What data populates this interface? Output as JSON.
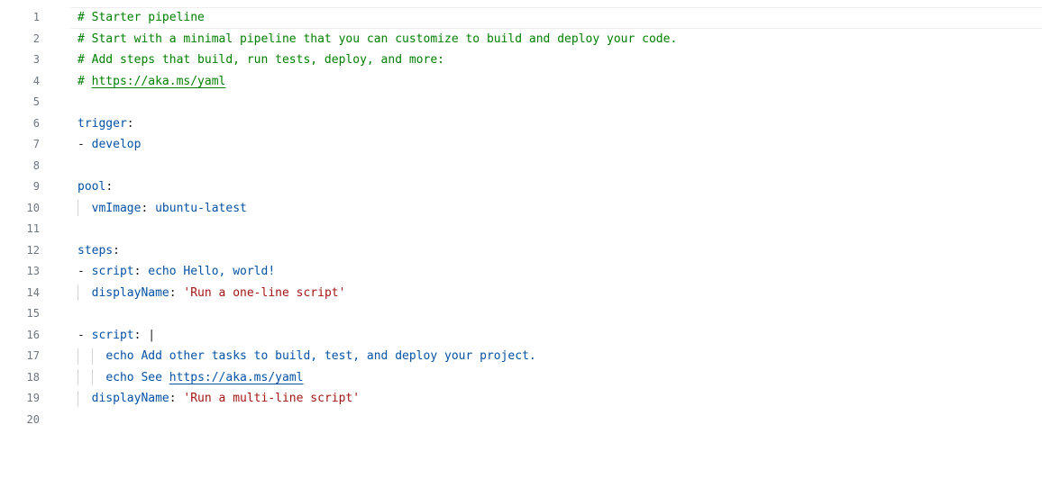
{
  "editor": {
    "lines": [
      {
        "no": "1",
        "tokens": [
          {
            "t": "comment",
            "v": "# Starter pipeline"
          }
        ]
      },
      {
        "no": "2",
        "tokens": [
          {
            "t": "comment",
            "v": "# Start with a minimal pipeline that you can customize to build and deploy your code."
          }
        ]
      },
      {
        "no": "3",
        "tokens": [
          {
            "t": "comment",
            "v": "# Add steps that build, run tests, deploy, and more:"
          }
        ]
      },
      {
        "no": "4",
        "tokens": [
          {
            "t": "comment",
            "v": "# "
          },
          {
            "t": "link",
            "v": "https://aka.ms/yaml"
          }
        ]
      },
      {
        "no": "5",
        "tokens": []
      },
      {
        "no": "6",
        "tokens": [
          {
            "t": "key",
            "v": "trigger"
          },
          {
            "t": "punct",
            "v": ":"
          }
        ]
      },
      {
        "no": "7",
        "tokens": [
          {
            "t": "dash",
            "v": "- "
          },
          {
            "t": "value",
            "v": "develop"
          }
        ]
      },
      {
        "no": "8",
        "tokens": []
      },
      {
        "no": "9",
        "tokens": [
          {
            "t": "key",
            "v": "pool"
          },
          {
            "t": "punct",
            "v": ":"
          }
        ]
      },
      {
        "no": "10",
        "tokens": [
          {
            "t": "guide",
            "v": ""
          },
          {
            "t": "ws",
            "v": "  "
          },
          {
            "t": "key",
            "v": "vmImage"
          },
          {
            "t": "punct",
            "v": ": "
          },
          {
            "t": "value",
            "v": "ubuntu-latest"
          }
        ]
      },
      {
        "no": "11",
        "tokens": []
      },
      {
        "no": "12",
        "tokens": [
          {
            "t": "key",
            "v": "steps"
          },
          {
            "t": "punct",
            "v": ":"
          }
        ]
      },
      {
        "no": "13",
        "tokens": [
          {
            "t": "dash",
            "v": "- "
          },
          {
            "t": "key",
            "v": "script"
          },
          {
            "t": "punct",
            "v": ": "
          },
          {
            "t": "value",
            "v": "echo Hello, world!"
          }
        ]
      },
      {
        "no": "14",
        "tokens": [
          {
            "t": "guide",
            "v": ""
          },
          {
            "t": "ws",
            "v": "  "
          },
          {
            "t": "key",
            "v": "displayName"
          },
          {
            "t": "punct",
            "v": ": "
          },
          {
            "t": "string",
            "v": "'Run a one-line script'"
          }
        ]
      },
      {
        "no": "15",
        "tokens": []
      },
      {
        "no": "16",
        "tokens": [
          {
            "t": "dash",
            "v": "- "
          },
          {
            "t": "key",
            "v": "script"
          },
          {
            "t": "punct",
            "v": ": "
          },
          {
            "t": "punct",
            "v": "|"
          }
        ]
      },
      {
        "no": "17",
        "tokens": [
          {
            "t": "guide",
            "v": ""
          },
          {
            "t": "ws",
            "v": "  "
          },
          {
            "t": "guide",
            "v": ""
          },
          {
            "t": "ws",
            "v": "  "
          },
          {
            "t": "value",
            "v": "echo Add other tasks to build, test, and deploy your project."
          }
        ]
      },
      {
        "no": "18",
        "tokens": [
          {
            "t": "guide",
            "v": ""
          },
          {
            "t": "ws",
            "v": "  "
          },
          {
            "t": "guide",
            "v": ""
          },
          {
            "t": "ws",
            "v": "  "
          },
          {
            "t": "value",
            "v": "echo See "
          },
          {
            "t": "value-link",
            "v": "https://aka.ms/yaml"
          }
        ]
      },
      {
        "no": "19",
        "tokens": [
          {
            "t": "guide",
            "v": ""
          },
          {
            "t": "ws",
            "v": "  "
          },
          {
            "t": "key",
            "v": "displayName"
          },
          {
            "t": "punct",
            "v": ": "
          },
          {
            "t": "string",
            "v": "'Run a multi-line script'"
          }
        ]
      },
      {
        "no": "20",
        "tokens": []
      }
    ]
  },
  "colors": {
    "comment": "#008000",
    "key": "#0451a5",
    "string": "#a31515",
    "line_number": "#6e7681",
    "background": "#ffffff"
  }
}
